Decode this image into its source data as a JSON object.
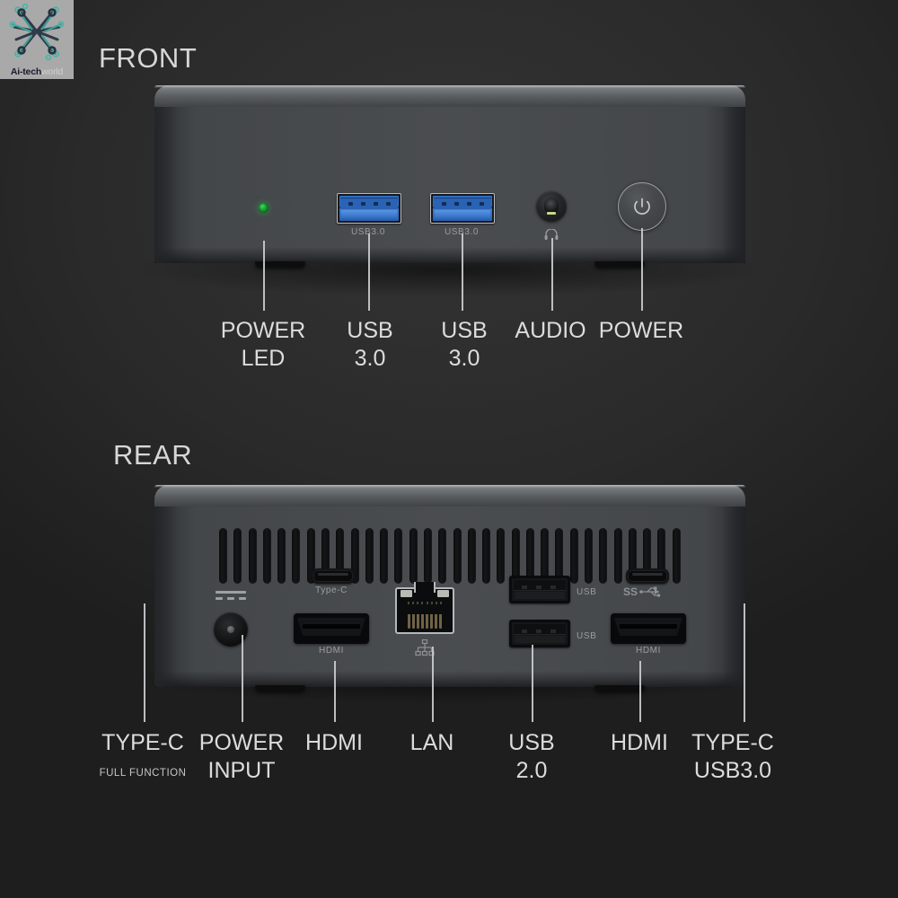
{
  "watermark": {
    "brand_prefix": "Ai-tech",
    "brand_suffix": "world",
    "icon": "circuit-star-logo"
  },
  "sections": {
    "front": {
      "heading": "FRONT",
      "port_captions": {
        "usb3_left": "USB3.0",
        "usb3_right": "USB3.0"
      },
      "icons": {
        "power_led": "green-led-indicator",
        "audio": "headphone-icon",
        "power": "power-symbol-icon"
      },
      "callouts": [
        {
          "id": "power-led",
          "line1": "POWER",
          "line2": "LED"
        },
        {
          "id": "usb3-left",
          "line1": "USB",
          "line2": "3.0"
        },
        {
          "id": "usb3-right",
          "line1": "USB",
          "line2": "3.0"
        },
        {
          "id": "audio",
          "line1": "AUDIO",
          "line2": ""
        },
        {
          "id": "power",
          "line1": "POWER",
          "line2": ""
        }
      ]
    },
    "rear": {
      "heading": "REAR",
      "port_captions": {
        "typec_left": "Type-C",
        "hdmi_left": "HDMI",
        "usb_top": "USB",
        "usb_bottom": "USB",
        "hdmi_right": "HDMI"
      },
      "icons": {
        "dc_input": "dc-power-symbol-icon",
        "lan": "network-icon",
        "superspeed": "ss-usb-icon"
      },
      "callouts": [
        {
          "id": "type-c-full",
          "line1": "TYPE-C",
          "line2": "",
          "tiny": "FULL FUNCTION"
        },
        {
          "id": "power-input",
          "line1": "POWER",
          "line2": "INPUT",
          "tiny": ""
        },
        {
          "id": "hdmi-left",
          "line1": "HDMI",
          "line2": "",
          "tiny": ""
        },
        {
          "id": "lan",
          "line1": "LAN",
          "line2": "",
          "tiny": ""
        },
        {
          "id": "usb20",
          "line1": "USB",
          "line2": "2.0",
          "tiny": ""
        },
        {
          "id": "hdmi-right",
          "line1": "HDMI",
          "line2": "",
          "tiny": ""
        },
        {
          "id": "type-c-usb3",
          "line1": "TYPE-C",
          "line2": "USB3.0",
          "tiny": ""
        }
      ]
    }
  },
  "colors": {
    "background": "#2a2a2a",
    "chassis_top": "#74777a",
    "chassis_face": "#4a4d50",
    "usb3_blue": "#2f6ec4",
    "led_green": "#17a033",
    "label_text": "#dcdcdc",
    "caption_text": "#9a9da0",
    "leader_line": "#c9ccce"
  }
}
